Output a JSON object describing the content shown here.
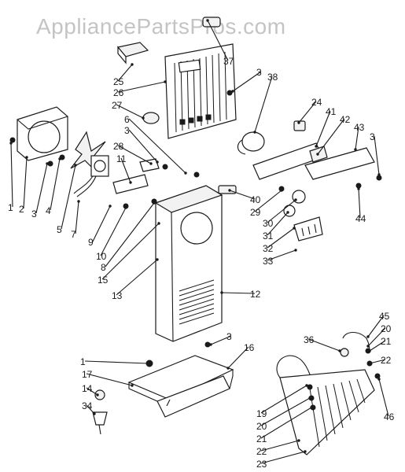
{
  "watermark": "AppliancePartsPros.com",
  "callouts": [
    {
      "id": "c1a",
      "text": "1"
    },
    {
      "id": "c2",
      "text": "2"
    },
    {
      "id": "c3a",
      "text": "3"
    },
    {
      "id": "c4",
      "text": "4"
    },
    {
      "id": "c5",
      "text": "5"
    },
    {
      "id": "c7",
      "text": "7"
    },
    {
      "id": "c9",
      "text": "9"
    },
    {
      "id": "c10",
      "text": "10"
    },
    {
      "id": "c8",
      "text": "8"
    },
    {
      "id": "c15",
      "text": "15"
    },
    {
      "id": "c13",
      "text": "13"
    },
    {
      "id": "c12",
      "text": "12"
    },
    {
      "id": "c11",
      "text": "11"
    },
    {
      "id": "c28",
      "text": "28"
    },
    {
      "id": "c3b",
      "text": "3"
    },
    {
      "id": "c6",
      "text": "6"
    },
    {
      "id": "c27",
      "text": "27"
    },
    {
      "id": "c26",
      "text": "26"
    },
    {
      "id": "c25",
      "text": "25"
    },
    {
      "id": "c37",
      "text": "37"
    },
    {
      "id": "c3c",
      "text": "3"
    },
    {
      "id": "c38",
      "text": "38"
    },
    {
      "id": "c24",
      "text": "24"
    },
    {
      "id": "c41",
      "text": "41"
    },
    {
      "id": "c42",
      "text": "42"
    },
    {
      "id": "c43",
      "text": "43"
    },
    {
      "id": "c3d",
      "text": "3"
    },
    {
      "id": "c44",
      "text": "44"
    },
    {
      "id": "c40",
      "text": "40"
    },
    {
      "id": "c29",
      "text": "29"
    },
    {
      "id": "c30",
      "text": "30"
    },
    {
      "id": "c31",
      "text": "31"
    },
    {
      "id": "c32",
      "text": "32"
    },
    {
      "id": "c33",
      "text": "33"
    },
    {
      "id": "c1b",
      "text": "1"
    },
    {
      "id": "c17",
      "text": "17"
    },
    {
      "id": "c14",
      "text": "14"
    },
    {
      "id": "c34",
      "text": "34"
    },
    {
      "id": "c3e",
      "text": "3"
    },
    {
      "id": "c16",
      "text": "16"
    },
    {
      "id": "c45",
      "text": "45"
    },
    {
      "id": "c20a",
      "text": "20"
    },
    {
      "id": "c21a",
      "text": "21"
    },
    {
      "id": "c22a",
      "text": "22"
    },
    {
      "id": "c36",
      "text": "36"
    },
    {
      "id": "c46",
      "text": "46"
    },
    {
      "id": "c19",
      "text": "19"
    },
    {
      "id": "c20b",
      "text": "20"
    },
    {
      "id": "c21b",
      "text": "21"
    },
    {
      "id": "c22b",
      "text": "22"
    },
    {
      "id": "c23",
      "text": "23"
    }
  ]
}
